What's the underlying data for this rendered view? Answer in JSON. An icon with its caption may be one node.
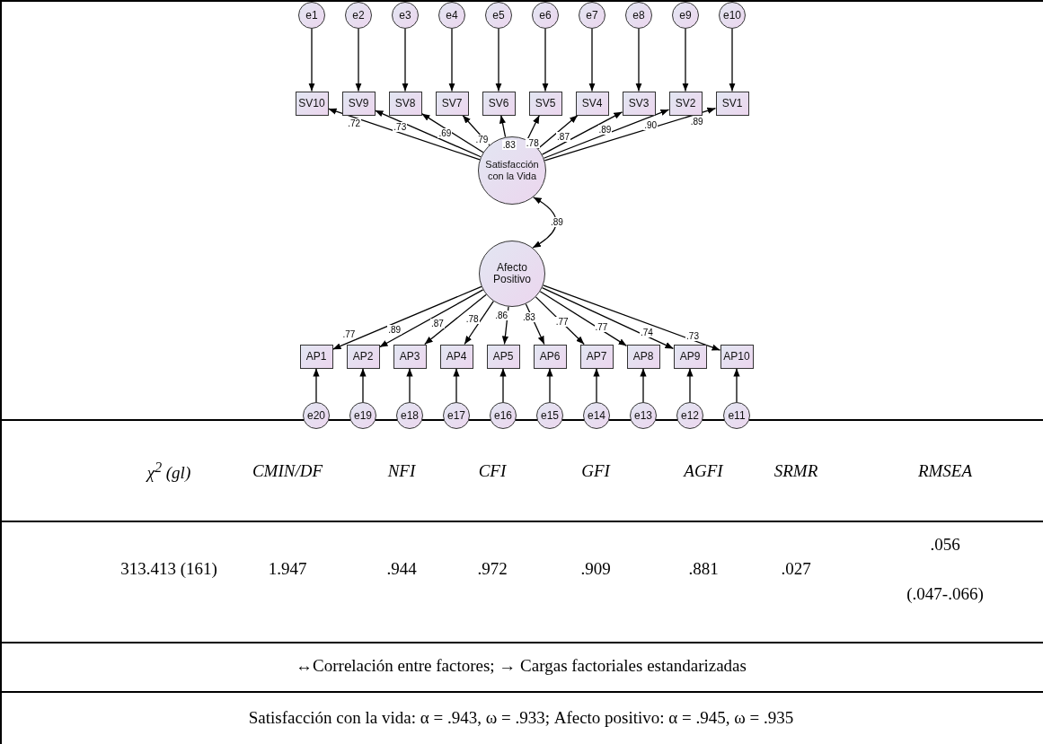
{
  "diagram": {
    "nodes": [
      {
        "text": [
          "e1"
        ]
      },
      {
        "text": [
          "e2"
        ]
      },
      {
        "text": [
          "e3"
        ]
      },
      {
        "text": [
          "e4"
        ]
      },
      {
        "text": [
          "e5"
        ]
      },
      {
        "text": [
          "e6"
        ]
      },
      {
        "text": [
          "e7"
        ]
      },
      {
        "text": [
          "e8"
        ]
      },
      {
        "text": [
          "e9"
        ]
      },
      {
        "text": [
          "e10"
        ]
      },
      {
        "text": [
          "SV10"
        ]
      },
      {
        "text": [
          "SV9"
        ]
      },
      {
        "text": [
          "SV8"
        ]
      },
      {
        "text": [
          "SV7"
        ]
      },
      {
        "text": [
          "SV6"
        ]
      },
      {
        "text": [
          "SV5"
        ]
      },
      {
        "text": [
          "SV4"
        ]
      },
      {
        "text": [
          "SV3"
        ]
      },
      {
        "text": [
          "SV2"
        ]
      },
      {
        "text": [
          "SV1"
        ]
      },
      {
        "text": [
          "Satisfacción con la Vida"
        ]
      },
      {
        "text": [
          "Afecto Positivo"
        ]
      },
      {
        "text": [
          "AP1"
        ]
      },
      {
        "text": [
          "AP2"
        ]
      },
      {
        "text": [
          "AP3"
        ]
      },
      {
        "text": [
          "AP4"
        ]
      },
      {
        "text": [
          "AP5"
        ]
      },
      {
        "text": [
          "AP6"
        ]
      },
      {
        "text": [
          "AP7"
        ]
      },
      {
        "text": [
          "AP8"
        ]
      },
      {
        "text": [
          "AP9"
        ]
      },
      {
        "text": [
          "AP10"
        ]
      },
      {
        "text": [
          "e20"
        ]
      },
      {
        "text": [
          "e19"
        ]
      },
      {
        "text": [
          "e18"
        ]
      },
      {
        "text": [
          "e17"
        ]
      },
      {
        "text": [
          "e16"
        ]
      },
      {
        "text": [
          "e15"
        ]
      },
      {
        "text": [
          "e14"
        ]
      },
      {
        "text": [
          "e13"
        ]
      },
      {
        "text": [
          "e12"
        ]
      },
      {
        "text": [
          "e11"
        ]
      }
    ],
    "edges": [
      {
        "from": 0,
        "to": 10,
        "arrow": "to"
      },
      {
        "from": 1,
        "to": 11,
        "arrow": "to"
      },
      {
        "from": 2,
        "to": 12,
        "arrow": "to"
      },
      {
        "from": 3,
        "to": 13,
        "arrow": "to"
      },
      {
        "from": 4,
        "to": 14,
        "arrow": "to"
      },
      {
        "from": 5,
        "to": 15,
        "arrow": "to"
      },
      {
        "from": 6,
        "to": 16,
        "arrow": "to"
      },
      {
        "from": 7,
        "to": 17,
        "arrow": "to"
      },
      {
        "from": 8,
        "to": 18,
        "arrow": "to"
      },
      {
        "from": 9,
        "to": 19,
        "arrow": "to"
      },
      {
        "from": 20,
        "to": 10,
        "arrow": "to",
        "label": ".72"
      },
      {
        "from": 20,
        "to": 11,
        "arrow": "to",
        "label": ".73"
      },
      {
        "from": 20,
        "to": 12,
        "arrow": "to",
        "label": ".69"
      },
      {
        "from": 20,
        "to": 13,
        "arrow": "to",
        "label": ".79"
      },
      {
        "from": 20,
        "to": 14,
        "arrow": "to",
        "label": ".83"
      },
      {
        "from": 20,
        "to": 15,
        "arrow": "to",
        "label": ".78"
      },
      {
        "from": 20,
        "to": 16,
        "arrow": "to",
        "label": ".87"
      },
      {
        "from": 20,
        "to": 17,
        "arrow": "to",
        "label": ".89"
      },
      {
        "from": 20,
        "to": 18,
        "arrow": "to",
        "label": ".90"
      },
      {
        "from": 20,
        "to": 19,
        "arrow": "to",
        "label": ".89"
      },
      {
        "from": 20,
        "to": 21,
        "arrow": "both",
        "label": ".89"
      },
      {
        "from": 21,
        "to": 22,
        "arrow": "to",
        "label": ".77"
      },
      {
        "from": 21,
        "to": 23,
        "arrow": "to",
        "label": ".89"
      },
      {
        "from": 21,
        "to": 24,
        "arrow": "to",
        "label": ".87"
      },
      {
        "from": 21,
        "to": 25,
        "arrow": "to",
        "label": ".78"
      },
      {
        "from": 21,
        "to": 26,
        "arrow": "to",
        "label": ".86"
      },
      {
        "from": 21,
        "to": 27,
        "arrow": "to",
        "label": ".83"
      },
      {
        "from": 21,
        "to": 28,
        "arrow": "to",
        "label": ".77"
      },
      {
        "from": 21,
        "to": 29,
        "arrow": "to",
        "label": ".77"
      },
      {
        "from": 21,
        "to": 30,
        "arrow": "to",
        "label": ".74"
      },
      {
        "from": 21,
        "to": 31,
        "arrow": "to",
        "label": ".73"
      },
      {
        "from": 32,
        "to": 22,
        "arrow": "to"
      },
      {
        "from": 33,
        "to": 23,
        "arrow": "to"
      },
      {
        "from": 34,
        "to": 24,
        "arrow": "to"
      },
      {
        "from": 35,
        "to": 25,
        "arrow": "to"
      },
      {
        "from": 36,
        "to": 26,
        "arrow": "to"
      },
      {
        "from": 37,
        "to": 27,
        "arrow": "to"
      },
      {
        "from": 38,
        "to": 28,
        "arrow": "to"
      },
      {
        "from": 39,
        "to": 29,
        "arrow": "to"
      },
      {
        "from": 40,
        "to": 30,
        "arrow": "to"
      },
      {
        "from": 41,
        "to": 31,
        "arrow": "to"
      }
    ],
    "labels": [
      "χ$^{2}$ (gl)",
      "CMIN/DF",
      "NFI",
      "CFI",
      "GFI",
      "AGFI",
      "SRMR",
      "RMSEA",
      "313.413 (161)",
      "1.947",
      ".944",
      ".972",
      ".909",
      ".881",
      ".027",
      ".056 (.047-.066)",
      "↔Correlación entre factores; → Cargas factoriales estandarizadas",
      "Satisfacción con la vida: α = .943, ω = .933; Afecto positivo: α = .945, ω = .935"
    ]
  }
}
